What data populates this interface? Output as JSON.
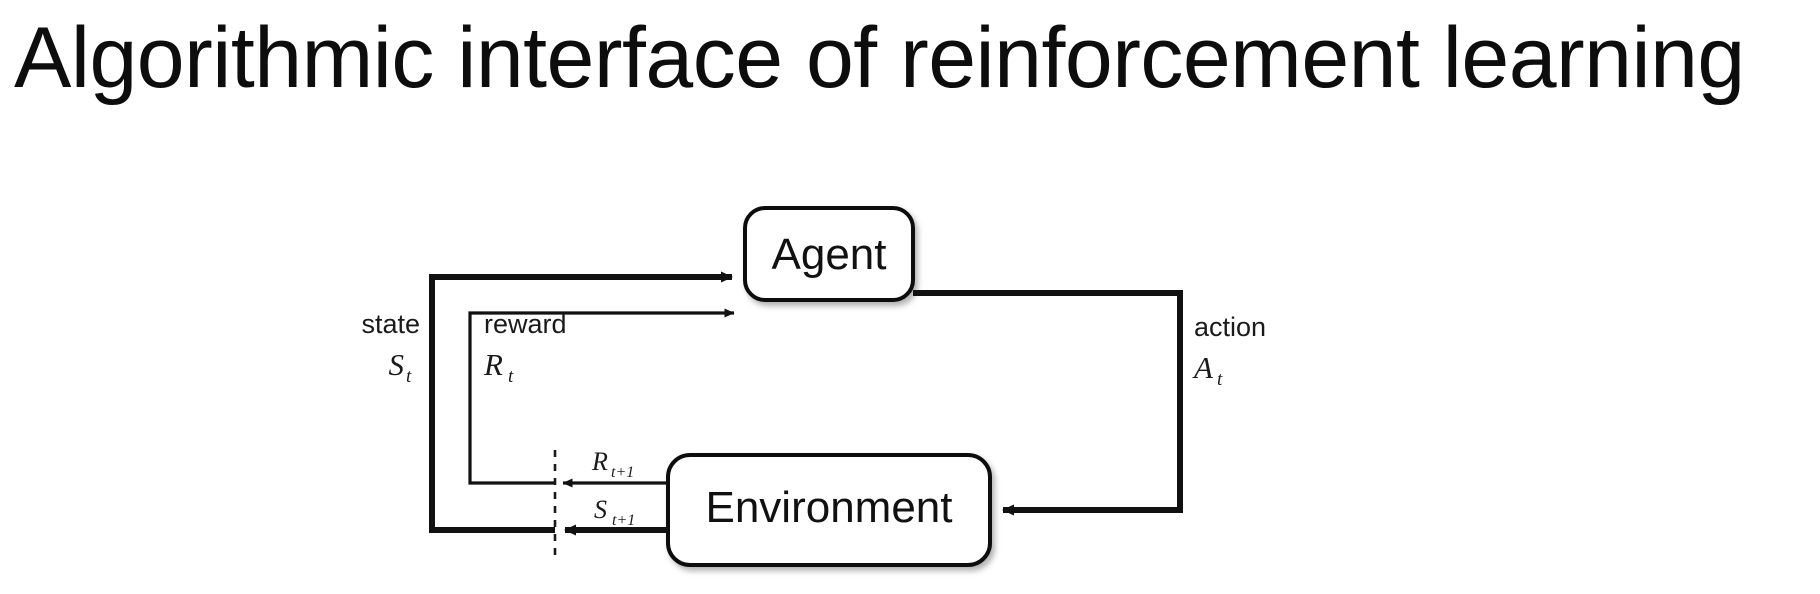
{
  "slide": {
    "title": "Algorithmic interface of reinforcement learning",
    "background_color": "#ffffff",
    "text_color": "#0d0d0d"
  },
  "diagram": {
    "name": "agent-environment-interaction-loop",
    "stroke_color": "#111111",
    "nodes": [
      {
        "id": "agent",
        "label": "Agent"
      },
      {
        "id": "environment",
        "label": "Environment"
      }
    ],
    "flows": [
      {
        "id": "state",
        "word": "state",
        "symbol": "S",
        "subscript": "t",
        "direction": "environment-to-agent"
      },
      {
        "id": "reward",
        "word": "reward",
        "symbol": "R",
        "subscript": "t",
        "direction": "environment-to-agent"
      },
      {
        "id": "action",
        "word": "action",
        "symbol": "A",
        "subscript": "t",
        "direction": "agent-to-environment"
      }
    ],
    "next_step_labels": [
      {
        "id": "reward-next",
        "symbol": "R",
        "subscript": "t+1"
      },
      {
        "id": "state-next",
        "symbol": "S",
        "subscript": "t+1"
      }
    ],
    "time_boundary": {
      "id": "time-step-divider",
      "style": "dashed"
    }
  }
}
